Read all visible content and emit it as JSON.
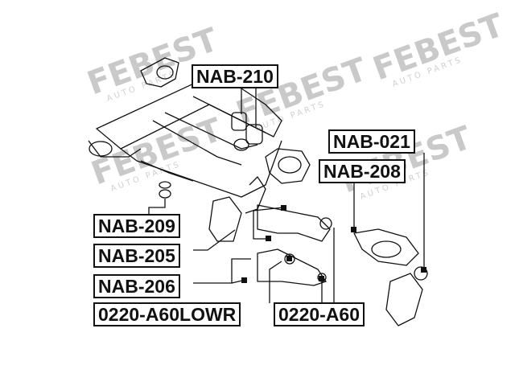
{
  "parts": {
    "nab210": "NAB-210",
    "nab021": "NAB-021",
    "nab208": "NAB-208",
    "nab209": "NAB-209",
    "nab205": "NAB-205",
    "nab206": "NAB-206",
    "lowr": "0220-A60LOWR",
    "a60": "0220-A60"
  },
  "watermark": {
    "brand": "FEBEST",
    "sub": "AUTO PARTS"
  },
  "colors": {
    "line": "#111111",
    "watermark": "#c9c9c9"
  }
}
